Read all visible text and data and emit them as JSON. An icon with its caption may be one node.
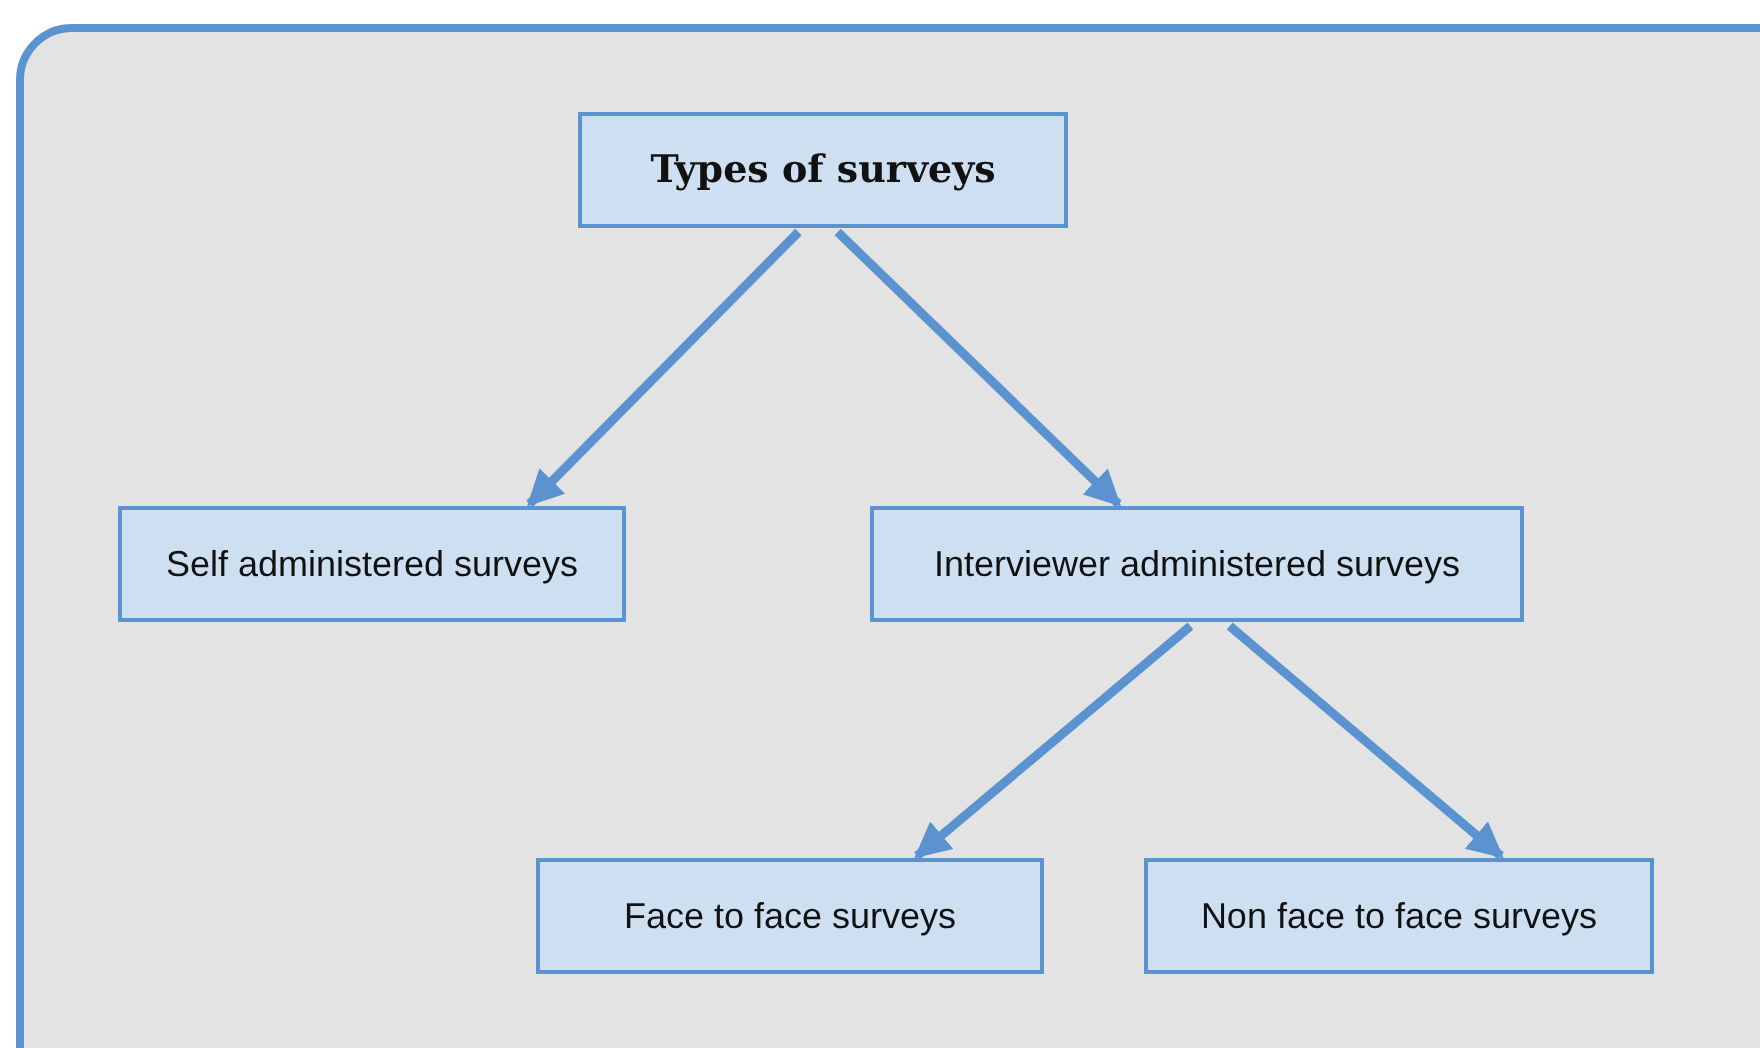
{
  "diagram": {
    "nodes": [
      {
        "text": [
          "Types of surveys"
        ]
      },
      {
        "text": [
          "Self administered surveys"
        ]
      },
      {
        "text": [
          "Interviewer administered surveys"
        ]
      },
      {
        "text": [
          "Face to face surveys"
        ]
      },
      {
        "text": [
          "Non face to face surveys"
        ]
      }
    ],
    "edges": [
      {
        "from": 0,
        "to": 1,
        "arrow": "to"
      },
      {
        "from": 0,
        "to": 2,
        "arrow": "to"
      },
      {
        "from": 2,
        "to": 3,
        "arrow": "to"
      },
      {
        "from": 2,
        "to": 4,
        "arrow": "to"
      }
    ]
  }
}
